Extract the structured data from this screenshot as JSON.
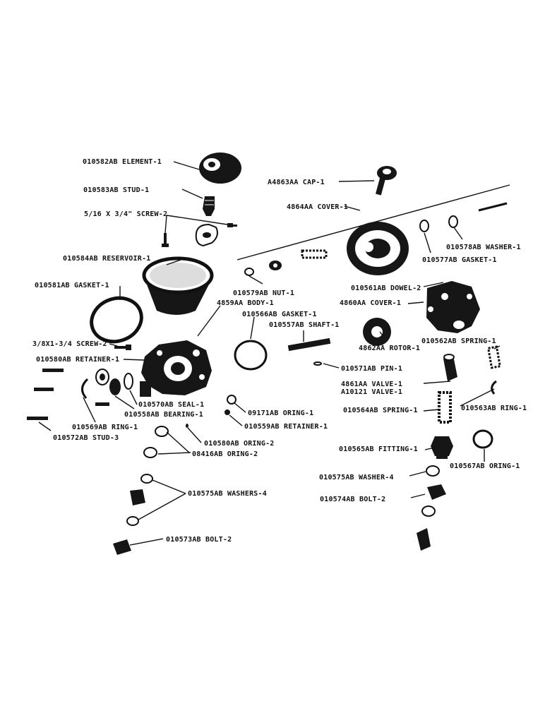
{
  "parts": {
    "element": "010582AB ELEMENT-1",
    "stud": "010583AB STUD-1",
    "screw_top": "5/16 X 3/4\" SCREW-2",
    "reservoir": "010584AB RESERVOIR-1",
    "gasket_reservoir": "010581AB GASKET-1",
    "screw_body": "3/8X1-3/4 SCREW-2",
    "retainer_left": "010580AB RETAINER-1",
    "seal": "010570AB SEAL-1",
    "bearing": "010558AB BEARING-1",
    "ring_left": "010569AB RING-1",
    "stud_left": "010572AB STUD-3",
    "cap": "A4863AA CAP-1",
    "cover_top": "4864AA COVER-1",
    "washer_right": "010578AB WASHER-1",
    "gasket_right": "010577AB GASKET-1",
    "nut": "010579AB NUT-1",
    "body": "4859AA BODY-1",
    "gasket_mid": "010566AB GASKET-1",
    "shaft": "010557AB SHAFT-1",
    "dowel": "010561AB DOWEL-2",
    "cover_pump": "4860AA COVER-1",
    "rotor": "4862AA ROTOR-1",
    "spring_short": "010562AB SPRING-1",
    "pin": "010571AB PIN-1",
    "valve_a": "4861AA VALVE-1",
    "valve_b": "A10121 VALVE-1",
    "spring_long": "010564AB SPRING-1",
    "ring_right": "010563AB RING-1",
    "oring_small": "09171AB ORING-1",
    "retainer_small": "010559AB RETAINER-1",
    "oring_mid": "010580AB ORING-2",
    "oring_lower": "08416AB ORING-2",
    "fitting": "010565AB FITTING-1",
    "oring_right": "010567AB ORING-1",
    "washer_bolt": "010575AB WASHER-4",
    "bolt_right": "010574AB BOLT-2",
    "washers_left": "010575AB WASHERS-4",
    "bolt_left": "010573AB BOLT-2"
  }
}
